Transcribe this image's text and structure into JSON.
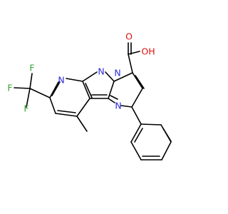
{
  "molecule": {
    "colors": {
      "bond": "#000000",
      "nitrogen": "#2b2bdc",
      "oxygen": "#e01010",
      "fluorine": "#36a336",
      "background": "#ffffff"
    },
    "atoms": {
      "n_pyridine": "N",
      "n_pyrazole_1": "N",
      "n_pyrazole_2": "N",
      "n_pyrimidine": "N",
      "o_carbonyl": "O",
      "o_hydroxyl": "OH",
      "f_1": "F",
      "f_2": "F",
      "f_3": "F"
    }
  }
}
